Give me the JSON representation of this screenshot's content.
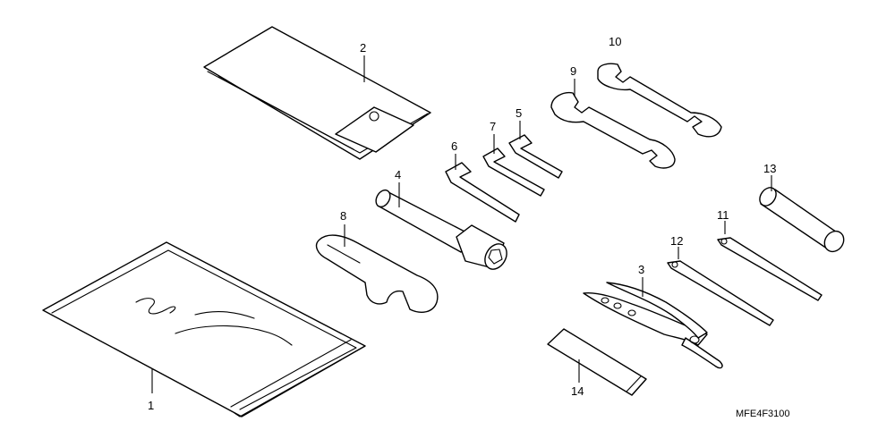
{
  "diagram": {
    "callouts": [
      {
        "id": "1",
        "text": "1",
        "part": "tool bag"
      },
      {
        "id": "2",
        "text": "2",
        "part": "tool pouch"
      },
      {
        "id": "3",
        "text": "3",
        "part": "pliers"
      },
      {
        "id": "4",
        "text": "4",
        "part": "spark plug wrench"
      },
      {
        "id": "5",
        "text": "5",
        "part": "hex wrench"
      },
      {
        "id": "6",
        "text": "6",
        "part": "hex wrench"
      },
      {
        "id": "7",
        "text": "7",
        "part": "hex wrench"
      },
      {
        "id": "8",
        "text": "8",
        "part": "pin spanner"
      },
      {
        "id": "9",
        "text": "9",
        "part": "open end wrench"
      },
      {
        "id": "10",
        "text": "10",
        "part": "open end wrench"
      },
      {
        "id": "11",
        "text": "11",
        "part": "screwdriver"
      },
      {
        "id": "12",
        "text": "12",
        "part": "screwdriver"
      },
      {
        "id": "13",
        "text": "13",
        "part": "screwdriver grip"
      },
      {
        "id": "14",
        "text": "14",
        "part": "fuse holder"
      }
    ],
    "code": "MFE4F3100"
  }
}
